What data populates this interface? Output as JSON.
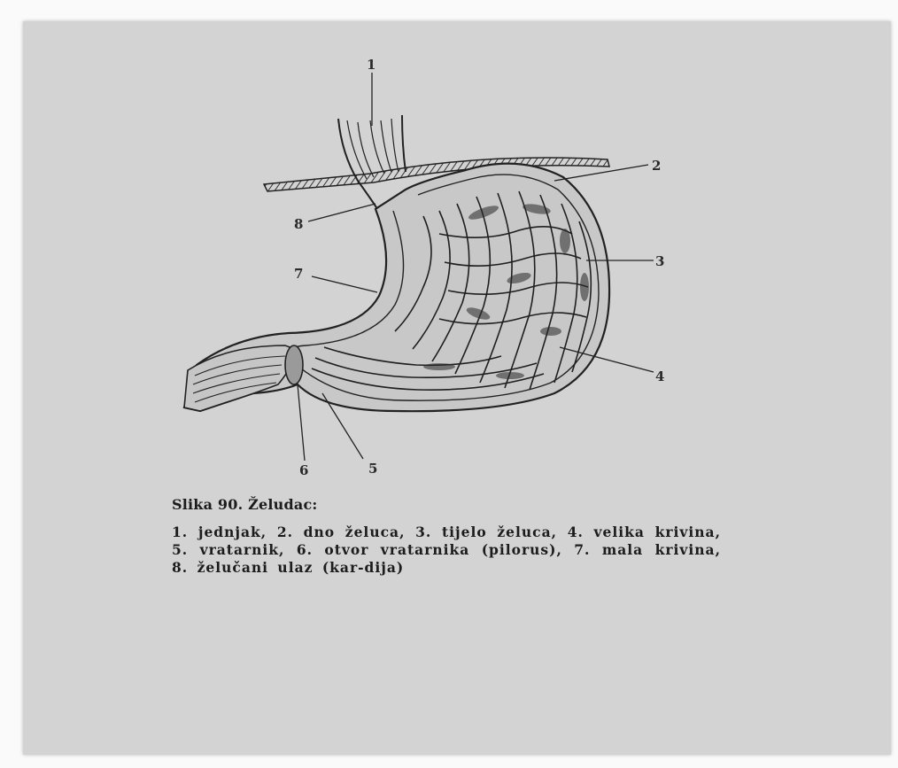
{
  "labels": {
    "n1": "1",
    "n2": "2",
    "n3": "3",
    "n4": "4",
    "n5": "5",
    "n6": "6",
    "n7": "7",
    "n8": "8"
  },
  "caption": {
    "title": "Slika 90. Želudac:",
    "text": "1. jednjak, 2. dno želuca, 3. tijelo želuca, 4. velika krivina, 5. vratarnik, 6. otvor vratarnika (pilorus), 7. mala krivina, 8. želučani ulaz (kar-dija)"
  },
  "colors": {
    "panel": "#d3d3d3",
    "ink": "#1c1c1c"
  }
}
